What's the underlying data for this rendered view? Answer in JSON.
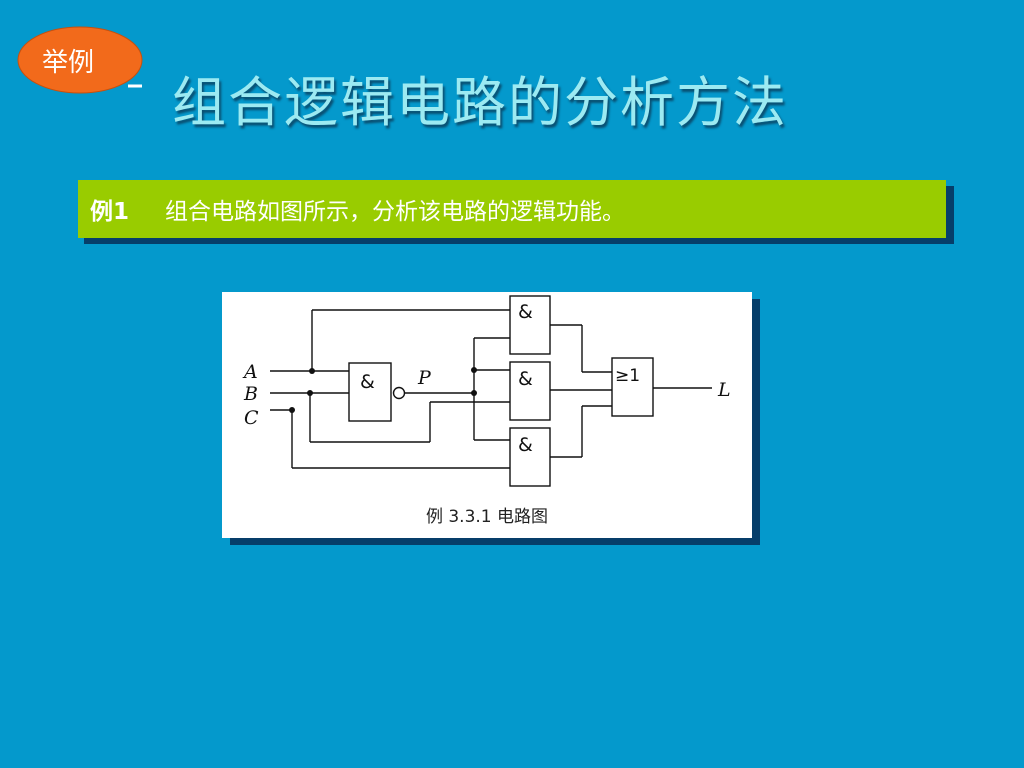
{
  "badge": {
    "label": "举例"
  },
  "title": "组合逻辑电路的分析方法",
  "example": {
    "label": "例1",
    "text": "组合电路如图所示，分析该电路的逻辑功能。"
  },
  "figure": {
    "caption": "例 3.3.1 电路图",
    "inputs": [
      "A",
      "B",
      "C"
    ],
    "output": "L",
    "node": "P",
    "gates": {
      "g1": "&",
      "g2": "&",
      "g3": "&",
      "g4": "&",
      "or": "≥1"
    }
  },
  "colors": {
    "background": "#0499CC",
    "title": "#9CEAF2",
    "banner": "#99CC00",
    "badge": "#F26A1B"
  }
}
